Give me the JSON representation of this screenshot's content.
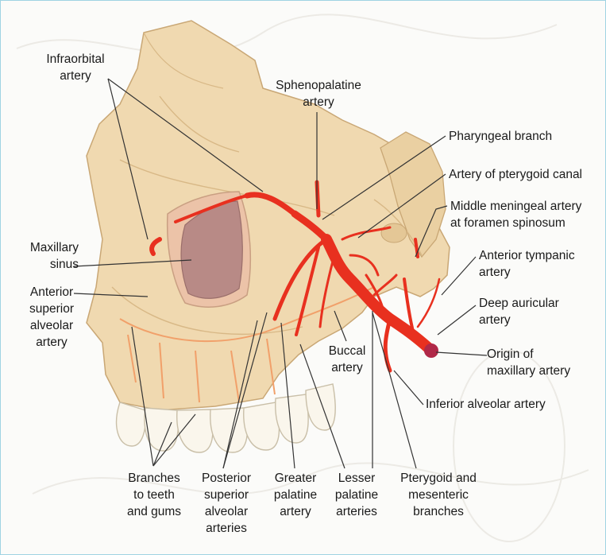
{
  "labels": {
    "infraorbital": [
      "Infraorbital",
      "artery"
    ],
    "sphenopalatine": [
      "Sphenopalatine",
      "artery"
    ],
    "pharyngeal": "Pharyngeal branch",
    "pterygoid_canal": "Artery of pterygoid canal",
    "middle_meningeal": [
      "Middle meningeal artery",
      "at foramen spinosum"
    ],
    "maxillary_sinus": [
      "Maxillary",
      "sinus"
    ],
    "anterior_superior_alveolar": [
      "Anterior",
      "superior",
      "alveolar",
      "artery"
    ],
    "anterior_tympanic": [
      "Anterior tympanic",
      "artery"
    ],
    "deep_auricular": [
      "Deep auricular",
      "artery"
    ],
    "buccal": [
      "Buccal",
      "artery"
    ],
    "origin_maxillary": [
      "Origin of",
      "maxillary artery"
    ],
    "inferior_alveolar": "Inferior alveolar artery",
    "branches_teeth": [
      "Branches",
      "to teeth",
      "and gums"
    ],
    "posterior_superior_alveolar": [
      "Posterior",
      "superior",
      "alveolar",
      "arteries"
    ],
    "greater_palatine": [
      "Greater",
      "palatine",
      "artery"
    ],
    "lesser_palatine": [
      "Lesser",
      "palatine",
      "arteries"
    ],
    "pterygoid_mesenteric": [
      "Pterygoid and",
      "mesenteric",
      "branches"
    ]
  },
  "colors": {
    "bone": "#f0d9b0",
    "bone_dark": "#d9b989",
    "sinus": "#b88a86",
    "artery": "#e8301f",
    "teeth": "#faf6ec",
    "background": "#fbfbf9",
    "border": "#9fd3e3"
  }
}
